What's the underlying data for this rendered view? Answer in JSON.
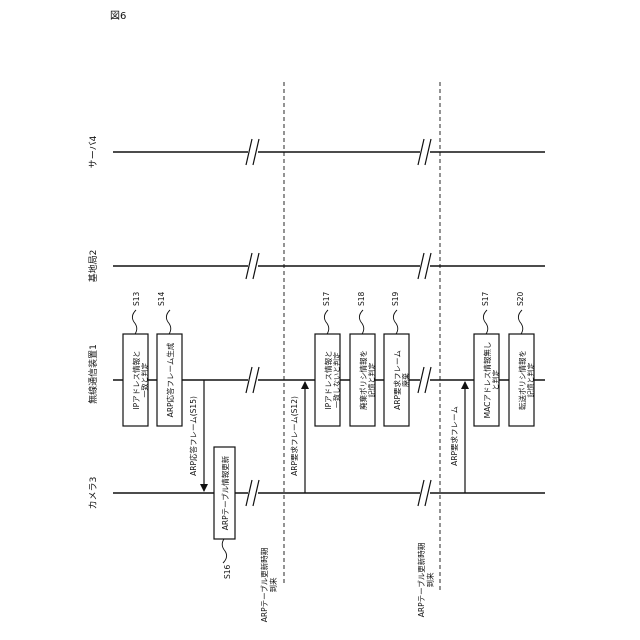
{
  "figure": {
    "label": "図6"
  },
  "lanes": {
    "server": "サーバ4",
    "base_station": "基地局2",
    "wireless": "無線通信装置1",
    "camera": "カメラ3"
  },
  "steps": {
    "s13": {
      "id": "S13",
      "text": [
        "IPアドレス情報と",
        "一致と判定"
      ]
    },
    "s14": {
      "id": "S14",
      "text": [
        "ARP応答フレーム生成"
      ]
    },
    "s16": {
      "id": "S16",
      "text": [
        "ARPテーブル情報更新"
      ]
    },
    "s17a": {
      "id": "S17",
      "text": [
        "IPアドレス情報と",
        "一致しないと判定"
      ]
    },
    "s18": {
      "id": "S18",
      "text": [
        "廃棄ポリシ情報を",
        "記憶と判定"
      ]
    },
    "s19": {
      "id": "S19",
      "text": [
        "ARP要求フレーム",
        "廃棄"
      ]
    },
    "s17b": {
      "id": "S17",
      "text": [
        "MACアドレス情報無し",
        "と判定"
      ]
    },
    "s20": {
      "id": "S20",
      "text": [
        "転送ポリシ情報を",
        "記憶と判定"
      ]
    }
  },
  "messages": {
    "m15": "ARP応答フレーム(S15)",
    "m12a": "ARP要求フレーム(S12)",
    "m12b": "ARP要求フレーム"
  },
  "timing": {
    "t1": [
      "ARPテーブル更新時期",
      "到来"
    ],
    "t2": [
      "ARPテーブル更新時期",
      "到来"
    ]
  }
}
